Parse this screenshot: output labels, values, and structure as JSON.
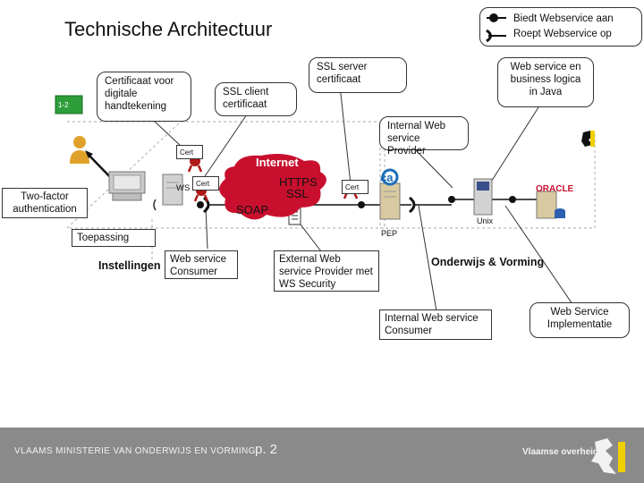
{
  "title": "Technische Architectuur",
  "legend": {
    "provides": "Biedt Webservice aan",
    "consumes": "Roept Webservice op"
  },
  "callouts": {
    "cert_signature": "Certificaat voor digitale handtekening",
    "ssl_client": "SSL client certificaat",
    "ssl_server": "SSL server certificaat",
    "web_service_java": "Web service en business logica in Java",
    "internal_provider": "Internal Web service Provider",
    "web_service_consumer": "Web service Consumer",
    "external_provider": "External Web service Provider met WS Security",
    "internal_consumer": "Internal Web service Consumer",
    "web_service_impl": "Web Service Implementatie"
  },
  "labels": {
    "two_factor": "Two-factor authentication",
    "toepassing": "Toepassing",
    "instellingen": "Instellingen",
    "internet": "Internet",
    "https": "HTTPS",
    "ssl": "SSL",
    "soap": "SOAP",
    "ws": "WS",
    "pep": "PEP",
    "unix": "Unix",
    "onderwijs": "Onderwijs & Vorming",
    "cert": "Cert",
    "ca": "ca",
    "oracle": "ORACLE",
    "card_text": "1-2"
  },
  "footer": {
    "ministry": "VLAAMS MINISTERIE VAN ONDERWIJS EN VORMING",
    "page": "p. 2",
    "brand": "Vlaamse overheid"
  },
  "colors": {
    "accent_green": "#2e9e3a",
    "seal_red": "#b01818",
    "footer_gray": "#8a8a8a",
    "logo_yellow": "#f0d000"
  }
}
